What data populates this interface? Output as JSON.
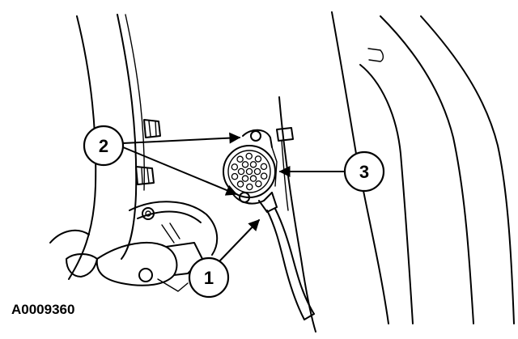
{
  "figure": {
    "id_label": "A0009360",
    "background": "#ffffff",
    "ink": "#000000"
  },
  "callouts": [
    {
      "label": "1"
    },
    {
      "label": "2"
    },
    {
      "label": "3"
    }
  ]
}
